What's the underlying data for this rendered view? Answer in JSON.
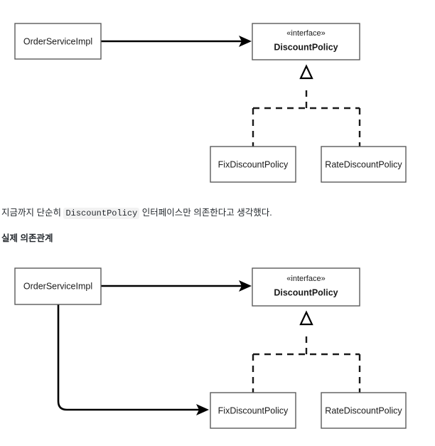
{
  "page": {
    "caption_prefix": "지금까지 단순히 ",
    "caption_code": "DiscountPolicy",
    "caption_suffix": " 인터페이스만 의존한다고 생각했다.",
    "section_heading": "실제 의존관계"
  },
  "diagrams": [
    {
      "id": "expected-dependency",
      "boxes": {
        "order_service": "OrderServiceImpl",
        "interface_stereotype": "«interface»",
        "interface_name": "DiscountPolicy",
        "fix_policy": "FixDiscountPolicy",
        "rate_policy": "RateDiscountPolicy"
      },
      "relations": {
        "association": "OrderServiceImpl -> DiscountPolicy",
        "realization_fix": "FixDiscountPolicy ..|> DiscountPolicy",
        "realization_rate": "RateDiscountPolicy ..|> DiscountPolicy"
      }
    },
    {
      "id": "actual-dependency",
      "boxes": {
        "order_service": "OrderServiceImpl",
        "interface_stereotype": "«interface»",
        "interface_name": "DiscountPolicy",
        "fix_policy": "FixDiscountPolicy",
        "rate_policy": "RateDiscountPolicy"
      },
      "relations": {
        "association": "OrderServiceImpl -> DiscountPolicy",
        "concrete_association": "OrderServiceImpl -> FixDiscountPolicy",
        "realization_fix": "FixDiscountPolicy ..|> DiscountPolicy",
        "realization_rate": "RateDiscountPolicy ..|> DiscountPolicy"
      }
    }
  ]
}
